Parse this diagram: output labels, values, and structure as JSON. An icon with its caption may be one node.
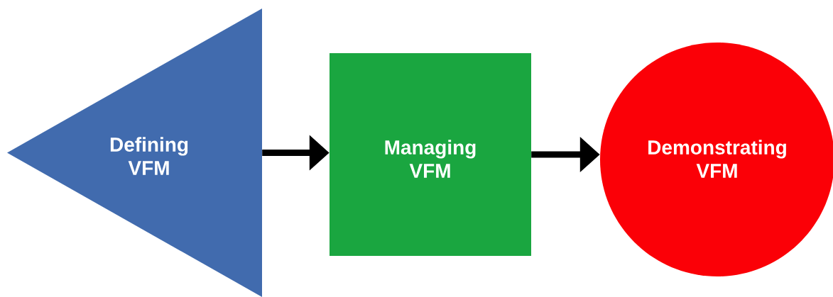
{
  "diagram": {
    "nodes": [
      {
        "text": [
          "Defining VFM"
        ]
      },
      {
        "text": [
          "Managing VFM"
        ]
      },
      {
        "text": [
          "Demonstrating VFM"
        ]
      }
    ],
    "edges": [
      {
        "from": 0,
        "to": 1,
        "arrow": "to"
      },
      {
        "from": 1,
        "to": 2,
        "arrow": "to"
      }
    ]
  }
}
